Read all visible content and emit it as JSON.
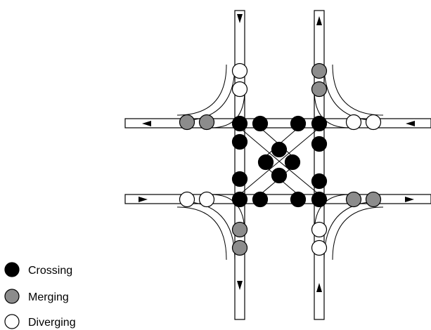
{
  "diagram": {
    "legend": [
      {
        "id": "crossing",
        "label": "Crossing",
        "color": "#000000"
      },
      {
        "id": "merging",
        "label": "Merging",
        "color": "#8c8c8c"
      },
      {
        "id": "diverging",
        "label": "Diverging",
        "color": "#ffffff"
      }
    ],
    "conflict_point_counts": {
      "crossing": 16,
      "merging": 8,
      "diverging": 8
    }
  }
}
